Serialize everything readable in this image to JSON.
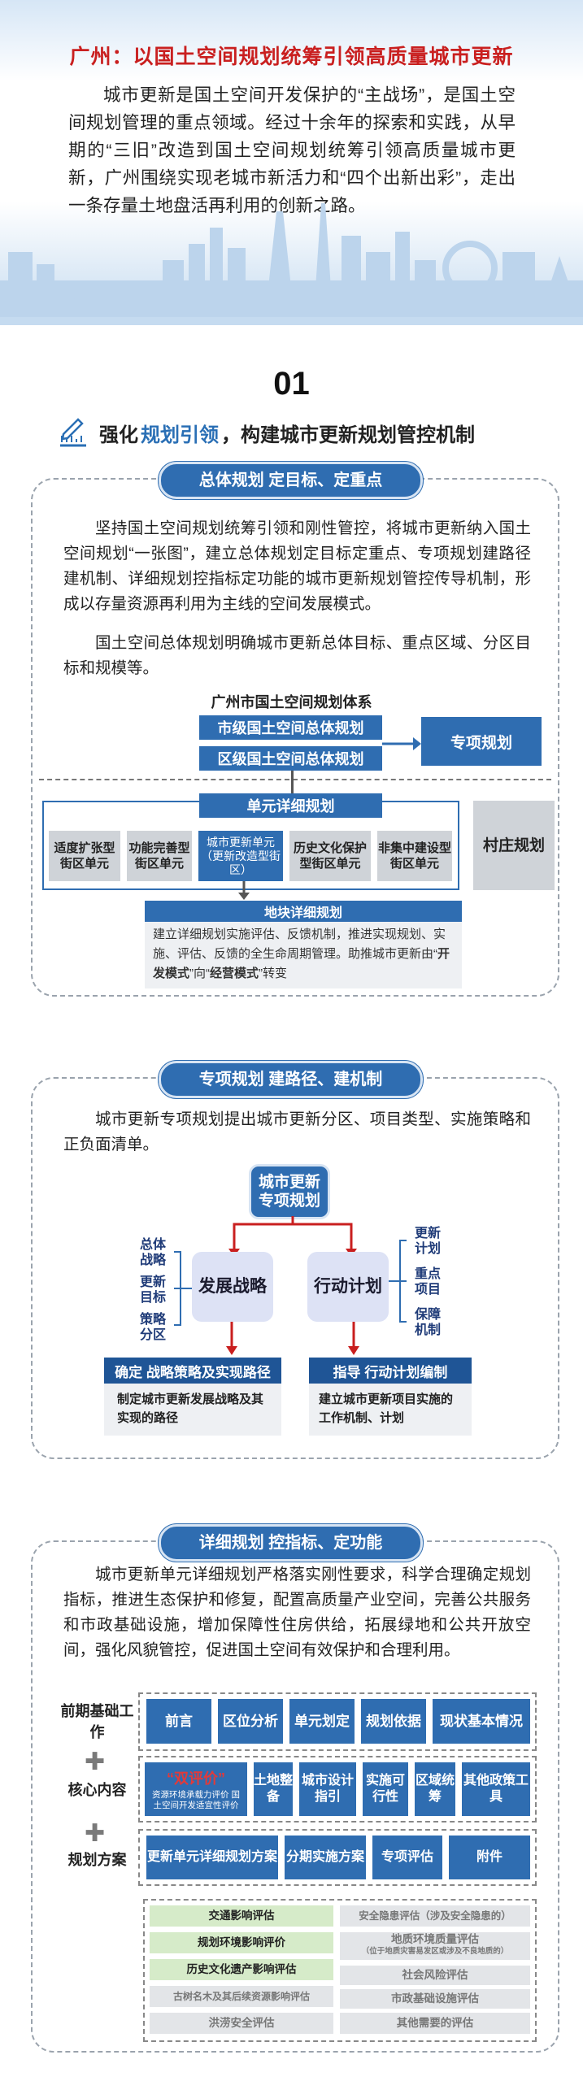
{
  "header": {
    "title": "广州：以国土空间规划统筹引领高质量城市更新",
    "intro": "城市更新是国土空间开发保护的“主战场”，是国土空间规划管理的重点领域。经过十余年的探索和实践，从早期的“三旧”改造到国土空间规划统筹引领高质量城市更新，广州围绕实现老城市新活力和“四个出新出彩”，走出一条存量土地盘活再利用的创新之路。"
  },
  "section": {
    "number": "01",
    "heading_prefix": "强化",
    "heading_keyword": "规划引领",
    "heading_suffix": "，构建城市更新规划管控机制"
  },
  "panel1": {
    "pill": "总体规划 定目标、定重点",
    "para1": "坚持国土空间规划统筹引领和刚性管控，将城市更新纳入国土空间规划“一张图”，建立总体规划定目标定重点、专项规划建路径建机制、详细规划控指标定功能的城市更新规划管控传导机制，形成以存量资源再利用为主线的空间发展模式。",
    "para2": "国土空间总体规划明确城市更新总体目标、重点区域、分区目标和规模等。",
    "diagram": {
      "title": "广州市国土空间规划体系",
      "city_plan": "市级国土空间总体规划",
      "district_plan": "区级国土空间总体规划",
      "special_plan": "专项规划",
      "unit_plan": "单元详细规划",
      "village_plan": "村庄规划",
      "units": [
        "适度扩张型街区单元",
        "功能完善型街区单元",
        "城市更新单元（更新改造型街区）",
        "历史文化保护型街区单元",
        "非集中建设型街区单元"
      ],
      "block_plan": "地块详细规划",
      "block_desc_1": "建立详细规划实施评估、反馈机制，推进实现规划、实施、评估、反馈的全生命周期管理。助推城市更新由“",
      "block_desc_kw1": "开发模式",
      "block_desc_2": "”向“",
      "block_desc_kw2": "经营模式",
      "block_desc_3": "”转变"
    }
  },
  "panel2": {
    "pill": "专项规划 建路径、建机制",
    "para": "城市更新专项规划提出城市更新分区、项目类型、实施策略和正负面清单。",
    "diagram": {
      "top": "城市更新专项规划",
      "left_box": "发展战略",
      "right_box": "行动计划",
      "left_items": [
        "总体战略",
        "更新目标",
        "策略分区"
      ],
      "right_items": [
        "更新计划",
        "重点项目",
        "保障机制"
      ],
      "left_bar": "确定 战略策略及实现路径",
      "right_bar": "指导 行动计划编制",
      "left_desc": "制定城市更新发展战略及其实现的路径",
      "right_desc": "建立城市更新项目实施的工作机制、计划"
    }
  },
  "panel3": {
    "pill": "详细规划 控指标、定功能",
    "para": "城市更新单元详细规划严格落实刚性要求，科学合理确定规划指标，推进生态保护和修复，配置高质量产业空间，完善公共服务和市政基础设施，增加保障性住房供给，拓展绿地和公共开放空间，强化风貌管控，促进国土空间有效保护和合理利用。",
    "rows": [
      {
        "label": "前期基础工作",
        "items": [
          "前言",
          "区位分析",
          "单元划定",
          "规划依据",
          "现状基本情况"
        ]
      },
      {
        "label": "核心内容",
        "items": [
          "“双评价”",
          "土地整备",
          "城市设计指引",
          "实施可行性",
          "区域统筹",
          "其他政策工具"
        ],
        "dual_sub": "资源环境承载力评价 国土空间开发适宜性评价"
      },
      {
        "label": "规划方案",
        "items": [
          "更新单元详细规划方案",
          "分期实施方案",
          "专项评估",
          "附件"
        ]
      }
    ],
    "evals_left": [
      "交通影响评估",
      "规划环境影响评价",
      "历史文化遗产影响评估",
      "古树名木及其后续资源影响评估",
      "洪涝安全评估"
    ],
    "evals_right": [
      "安全隐患评估（涉及安全隐患的）",
      "地质环境质量评估",
      "（位于地质灾害易发区或涉及不良地质的）",
      "社会风险评估",
      "市政基础设施评估",
      "其他需要的评估"
    ]
  },
  "colors": {
    "accent": "#2f6db1",
    "title_red": "#c91f1f",
    "light_green": "#d6ebc9"
  }
}
